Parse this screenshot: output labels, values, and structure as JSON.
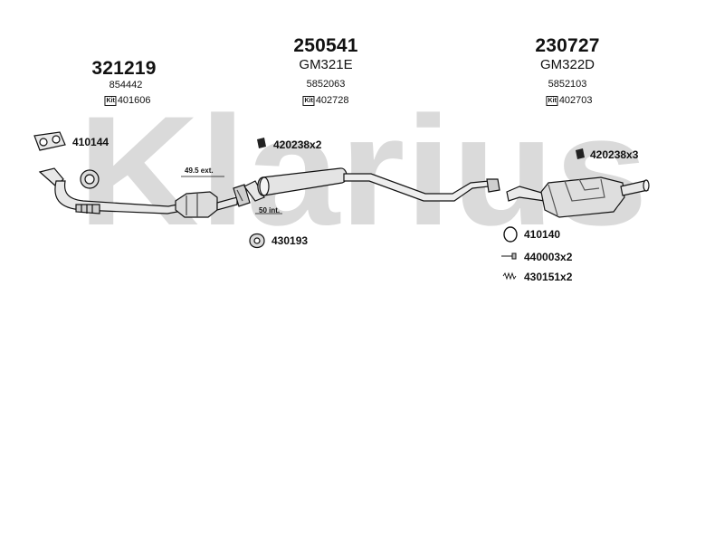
{
  "brand": {
    "watermark": "Klarius"
  },
  "sections": [
    {
      "code": "321219",
      "ref": "",
      "oe": "854442",
      "kit_tag": "Kit",
      "kit": "401606"
    },
    {
      "code": "250541",
      "ref": "GM321E",
      "oe": "5852063",
      "kit_tag": "Kit",
      "kit": "402728"
    },
    {
      "code": "230727",
      "ref": "GM322D",
      "oe": "5852103",
      "kit_tag": "Kit",
      "kit": "402703"
    }
  ],
  "parts": [
    {
      "id": "gasket",
      "label": "410144"
    },
    {
      "id": "clamp-left",
      "label": "420238x2"
    },
    {
      "id": "clamp-right",
      "label": "420238x3"
    },
    {
      "id": "rubber-mount",
      "label": "430193"
    },
    {
      "id": "ring",
      "label": "410140"
    },
    {
      "id": "bolt",
      "label": "440003x2"
    },
    {
      "id": "spring",
      "label": "430151x2"
    }
  ],
  "dimensions": {
    "ext": "49.5 ext.",
    "int": "50 int."
  },
  "colors": {
    "watermark": "#d9d9d9",
    "ink": "#111111",
    "pipe_fill": "#e6e6e6"
  },
  "icons": [
    "gasket-icon",
    "clamp-icon",
    "mount-icon",
    "ring-icon",
    "bolt-icon",
    "spring-icon"
  ]
}
